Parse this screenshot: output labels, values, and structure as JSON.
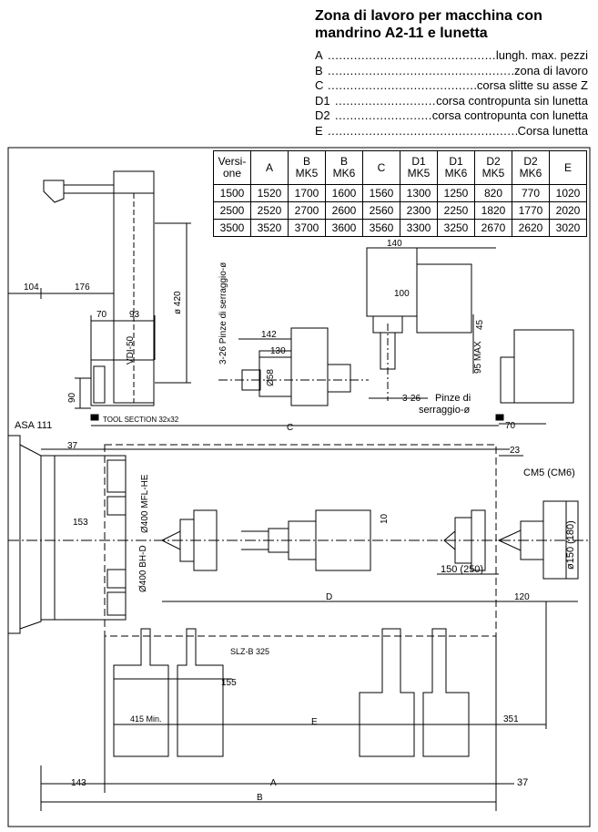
{
  "title_line1": "Zona di lavoro per macchina con",
  "title_line2": "mandrino A2-11 e lunetta",
  "legend": [
    {
      "key": "A",
      "value": "lungh. max. pezzi"
    },
    {
      "key": "B",
      "value": "zona di lavoro"
    },
    {
      "key": "C",
      "value": "corsa slitte su asse Z"
    },
    {
      "key": "D1",
      "value": "corsa contropunta sin lunetta"
    },
    {
      "key": "D2",
      "value": "corsa contropunta con lunetta"
    },
    {
      "key": "E",
      "value": "Corsa lunetta"
    }
  ],
  "table": {
    "headers": [
      [
        "Versi-",
        "one"
      ],
      [
        "A",
        ""
      ],
      [
        "B",
        "MK5"
      ],
      [
        "B",
        "MK6"
      ],
      [
        "C",
        ""
      ],
      [
        "D1",
        "MK5"
      ],
      [
        "D1",
        "MK6"
      ],
      [
        "D2",
        "MK5"
      ],
      [
        "D2",
        "MK6"
      ],
      [
        "E",
        ""
      ]
    ],
    "rows": [
      [
        "1500",
        "1520",
        "1700",
        "1600",
        "1560",
        "1300",
        "1250",
        "820",
        "770",
        "1020"
      ],
      [
        "2500",
        "2520",
        "2700",
        "2600",
        "2560",
        "2300",
        "2250",
        "1820",
        "1770",
        "2020"
      ],
      [
        "3500",
        "3520",
        "3700",
        "3600",
        "3560",
        "3300",
        "3250",
        "2670",
        "2620",
        "3020"
      ]
    ]
  },
  "drawing": {
    "dim_104": "104",
    "dim_176": "176",
    "dim_70_top": "70",
    "dim_93": "93",
    "dim_420": "ø 420",
    "dim_vdi": "VDI-50",
    "dim_90": "90",
    "tool_section": "TOOL SECTION 32x32",
    "pinze_left": "3-26 Pinze di serraggio-ø",
    "dim_142": "142",
    "dim_130": "130",
    "dim_58": "Ø58",
    "dim_140": "140",
    "dim_100": "100",
    "dim_45": "45",
    "dim_95max": "95 MAX",
    "pinze_right_1": "3-26",
    "pinze_right_2": "Pinze di",
    "pinze_right_3": "serraggio-ø",
    "dim_70_right": "70",
    "asa": "ASA 111",
    "dim_37_top": "37",
    "dim_C": "C",
    "dim_23": "23",
    "cm5": "CM5 (CM6)",
    "dim_400mfl": "Ø400 MFL-HE",
    "dim_153": "153",
    "dim_400bhd": "Ø400 BH-D",
    "dim_10": "10",
    "dim_150_250": "150 (250)",
    "dim_150_180": "ø150 (180)",
    "dim_D": "D",
    "dim_120": "120",
    "slz": "SLZ-B 325",
    "dim_155": "155",
    "dim_415": "415 Min.",
    "dim_E": "E",
    "dim_351": "351",
    "dim_143": "143",
    "dim_A": "A",
    "dim_37_bottom": "37",
    "dim_B": "B"
  }
}
